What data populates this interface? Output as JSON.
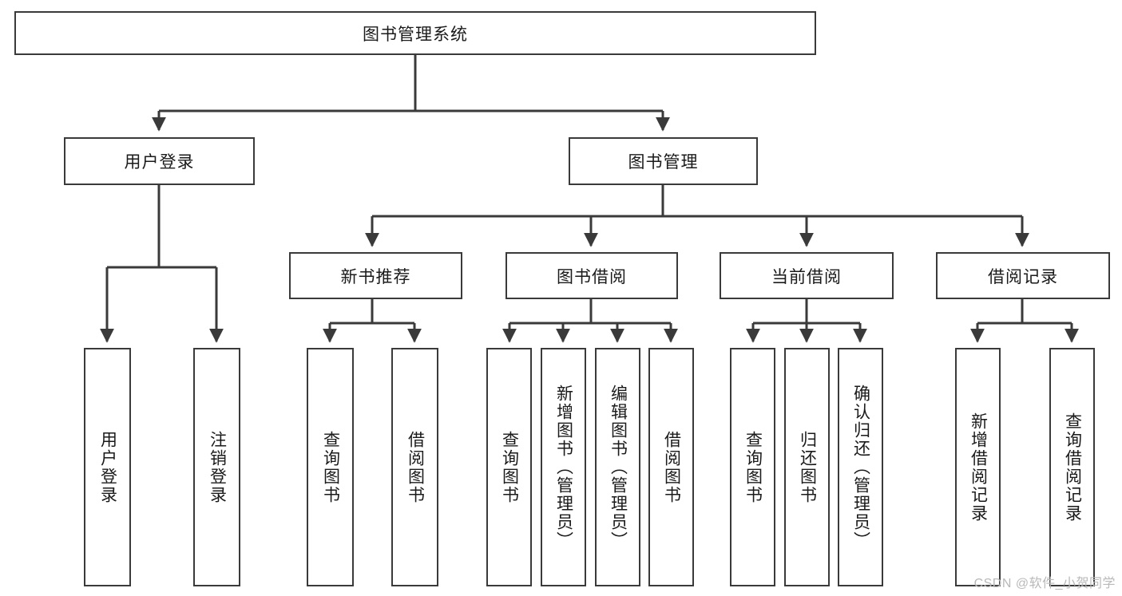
{
  "diagram": {
    "title": "图书管理系统",
    "type": "function-structure-tree",
    "root": {
      "id": "root",
      "label": "图书管理系统"
    },
    "level2": [
      {
        "id": "user-login",
        "label": "用户登录"
      },
      {
        "id": "book-manage",
        "label": "图书管理"
      }
    ],
    "level3": [
      {
        "id": "new-book-recommend",
        "label": "新书推荐",
        "parent": "book-manage"
      },
      {
        "id": "book-borrow",
        "label": "图书借阅",
        "parent": "book-manage"
      },
      {
        "id": "current-borrow",
        "label": "当前借阅",
        "parent": "book-manage"
      },
      {
        "id": "borrow-record",
        "label": "借阅记录",
        "parent": "book-manage"
      }
    ],
    "leaves": {
      "user-login": [
        {
          "id": "leaf-user-login",
          "label": "用户登录"
        },
        {
          "id": "leaf-user-logout",
          "label": "注销登录"
        }
      ],
      "new-book-recommend": [
        {
          "id": "leaf-query-book-1",
          "label": "查询图书"
        },
        {
          "id": "leaf-borrow-book-1",
          "label": "借阅图书"
        }
      ],
      "book-borrow": [
        {
          "id": "leaf-query-book-2",
          "label": "查询图书"
        },
        {
          "id": "leaf-add-book",
          "label": "新增图书（管理员）"
        },
        {
          "id": "leaf-edit-book",
          "label": "编辑图书（管理员）"
        },
        {
          "id": "leaf-borrow-book-2",
          "label": "借阅图书"
        }
      ],
      "current-borrow": [
        {
          "id": "leaf-query-book-3",
          "label": "查询图书"
        },
        {
          "id": "leaf-return-book",
          "label": "归还图书"
        },
        {
          "id": "leaf-confirm-return",
          "label": "确认归还（管理员）"
        }
      ],
      "borrow-record": [
        {
          "id": "leaf-add-record",
          "label": "新增借阅记录"
        },
        {
          "id": "leaf-query-record",
          "label": "查询借阅记录"
        }
      ]
    },
    "watermark": "CSDN @软件_小贺同学",
    "colors": {
      "stroke": "#3a3a3a",
      "box_fill": "#ffffff",
      "text": "#1a1a1a",
      "watermark": "#b9b9b9",
      "background": "#ffffff"
    }
  }
}
